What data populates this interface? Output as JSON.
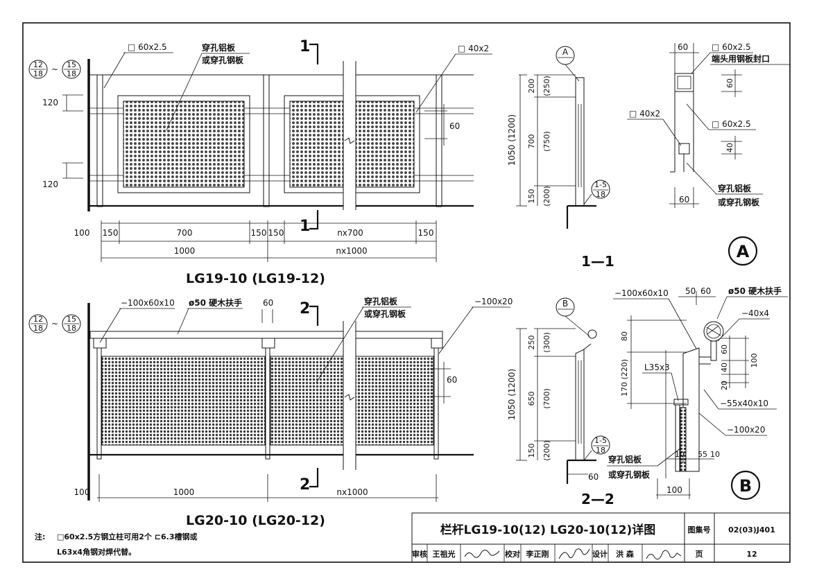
{
  "drawing": {
    "elev1": {
      "title": "LG19-10 (LG19-12)",
      "ref_top": "12",
      "ref_bottom": "18",
      "ref_top2": "15",
      "ref_bottom2": "18",
      "tilde": "~",
      "post_label": "□ 60x2.5",
      "rail_label": "□ 40x2",
      "panel_label_1": "穿孔铝板",
      "panel_label_2": "或穿孔钢板",
      "dim_120_top": "120",
      "dim_120_bot": "120",
      "dim_60": "60",
      "dims_row1": [
        "100",
        "150",
        "700",
        "150",
        "150",
        "nx700",
        "150"
      ],
      "dims_row2": [
        "1000",
        "nx1000"
      ],
      "section_mark": "1"
    },
    "elev2": {
      "title": "LG20-10 (LG20-12)",
      "ref_top": "12",
      "ref_bottom": "18",
      "ref_top2": "15",
      "ref_bottom2": "18",
      "tilde": "~",
      "plate_label": "−100x60x10",
      "handrail_label": "ø50 硬木扶手",
      "dim_60_top": "60",
      "panel_label_1": "穿孔铝板",
      "panel_label_2": "或穿孔钢板",
      "flat_label": "−100x20",
      "dim_60_side": "60",
      "dims": [
        "100",
        "1000",
        "nx1000"
      ],
      "section_mark": "2"
    },
    "sec1": {
      "title": "1—1",
      "circle_letter": "A",
      "dims": [
        "200",
        "(250)",
        "700",
        "(750)",
        "150",
        "(200)",
        "1050 (1200)"
      ],
      "ref_top": "1-5",
      "ref_bottom": "18"
    },
    "detA": {
      "letter": "A",
      "dim_top": "60",
      "post_label": "□ 60x2.5",
      "cap_label": "端头用钢板封口",
      "dim_60": "60",
      "rail_label": "□ 40x2",
      "post_label2": "□ 60x2.5",
      "dim_40": "40",
      "panel_label_1": "穿孔铝板",
      "panel_label_2": "或穿孔钢板",
      "dim_bottom": "60"
    },
    "sec2": {
      "title": "2—2",
      "circle_letter": "B",
      "dims": [
        "250",
        "(300)",
        "650",
        "(700)",
        "150",
        "(200)",
        "1050 (1200)"
      ],
      "dim_60": "60",
      "ref_top": "1-5",
      "ref_bottom": "18"
    },
    "detB": {
      "letter": "B",
      "plate_label": "−100x60x10",
      "dim_50": "50",
      "dim_60": "60",
      "handrail_label": "ø50 硬木扶手",
      "flat_40x4": "−40x4",
      "dims_left": [
        "80",
        "170 (220)"
      ],
      "dims_right": [
        "60",
        "40",
        "20",
        "100"
      ],
      "angle_label": "L35x3",
      "bar_label": "−55x40x10",
      "flat_label": "−100x20",
      "dims_bottom": [
        "10",
        "55",
        "10"
      ],
      "dim_100": "100",
      "panel_label_1": "穿孔铝板",
      "panel_label_2": "或穿孔钢板"
    },
    "note": {
      "prefix": "注:",
      "line1": "□60x2.5方钢立柱可用2个 ⊏6.3槽钢或",
      "line2": "L63x4角钢对焊代替。"
    },
    "title_block": {
      "title": "栏杆LG19-10(12)  LG20-10(12)详图",
      "atlas_label": "图集号",
      "atlas_no": "02(03)J401",
      "review_label": "审核",
      "reviewer": "王祖光",
      "check_label": "校对",
      "checker": "李正刚",
      "design_label": "设计",
      "designer": "洪  森",
      "page_label": "页",
      "page_no": "12"
    }
  }
}
